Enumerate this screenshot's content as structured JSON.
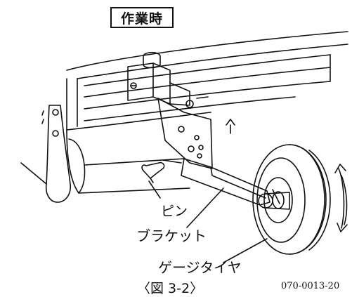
{
  "title": "作業時",
  "labels": {
    "pin": "ピン",
    "bracket": "ブラケット",
    "gauge_tire": "ゲージタイヤ"
  },
  "caption": "〈図 3-2〉",
  "figure_code": "070-0013-20"
}
